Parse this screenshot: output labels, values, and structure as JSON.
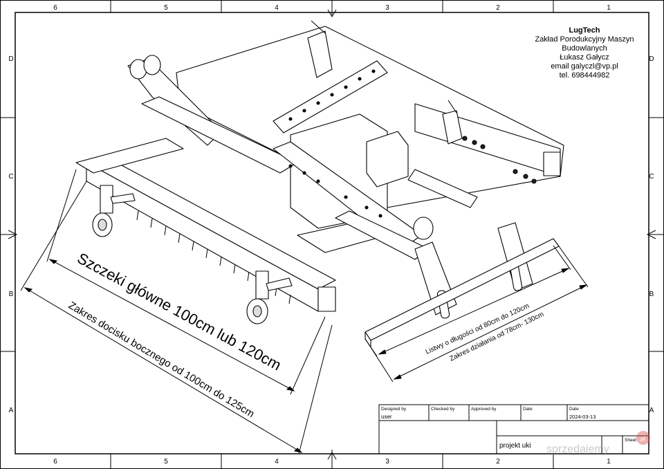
{
  "border": {
    "columns": [
      "6",
      "5",
      "4",
      "3",
      "2",
      "1"
    ],
    "rows": [
      "D",
      "C",
      "B",
      "A"
    ]
  },
  "company": {
    "name": "LugTech",
    "line1": "Zakład Porodukcyjny Maszyn",
    "line2": "Budowlanych",
    "person": "Łukasz Gałycz",
    "email": "email galyczl@vp.pl",
    "phone": "tel. 698444982"
  },
  "dimensions": {
    "jaws": "Szczeki główne 100cm lub 120cm",
    "side_range": "Zakres docisku bocznego od 100cm do 125cm",
    "slats": "Listwy o długości od 80cm do 120cm",
    "working_range": "Zakres działania od 78cm- 130cm"
  },
  "title_block": {
    "designed_by_label": "Designed by",
    "designed_by": "user",
    "checked_by_label": "Checked by",
    "approved_by_label": "Approved by",
    "date_label": "Date",
    "date_label2": "Date",
    "date": "2024-03-13",
    "project": "projekt uki",
    "sheet_label": "Sheet"
  },
  "watermark": {
    "text": "sprzedajemy",
    "badge": ".pl"
  }
}
